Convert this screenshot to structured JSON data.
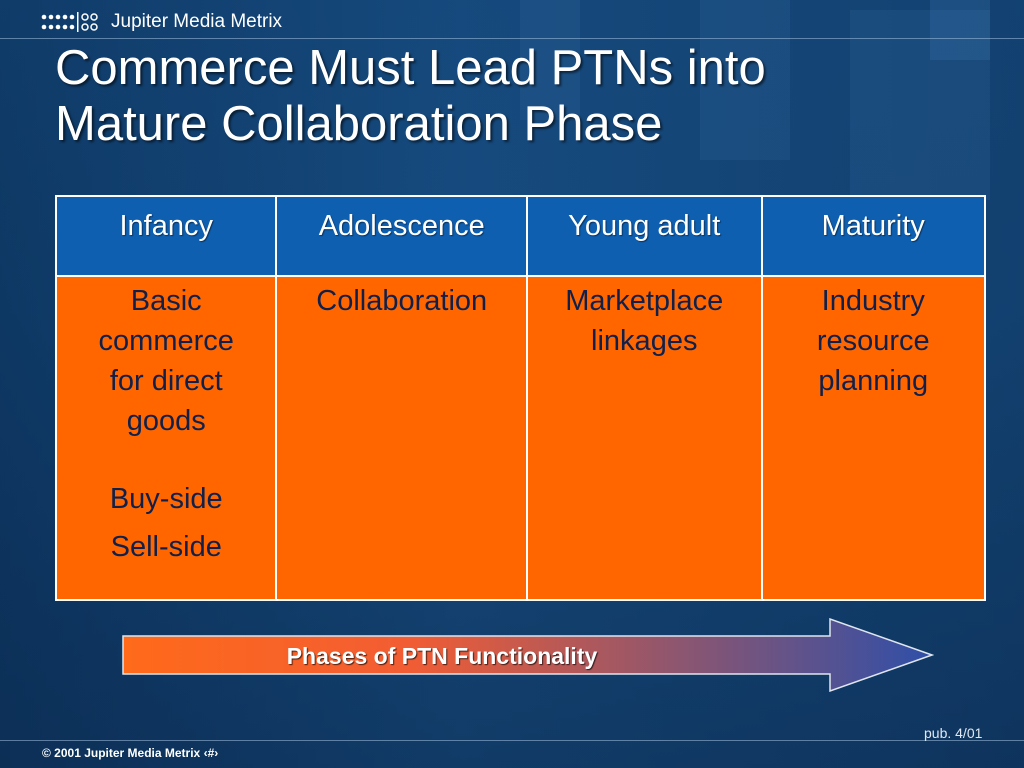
{
  "header": {
    "brand": "Jupiter Media Metrix",
    "logo_icon": "dot-grid-logo-icon"
  },
  "title": {
    "line1": "Commerce Must Lead PTNs into",
    "line2": "Mature Collaboration Phase"
  },
  "table": {
    "headers": [
      "Infancy",
      "Adolescence",
      "Young adult",
      "Maturity"
    ],
    "cells": [
      [
        "Basic",
        "commerce",
        "for direct",
        "goods"
      ],
      [
        "Collaboration"
      ],
      [
        "Marketplace",
        "linkages"
      ],
      [
        "Industry",
        "resource",
        "planning"
      ]
    ],
    "extra": [
      "Buy-side",
      "Sell-side"
    ],
    "colors": {
      "header_bg": "#0e5fb0",
      "body_bg": "#ff6600",
      "border": "#ffffff"
    }
  },
  "arrow": {
    "label": "Phases of PTN Functionality",
    "gradient_start": "#ff6a1a",
    "gradient_end": "#2f4fa8"
  },
  "footer": {
    "pub": "pub. 4/01",
    "copyright": "© 2001 Jupiter Media Metrix  ‹#›"
  }
}
